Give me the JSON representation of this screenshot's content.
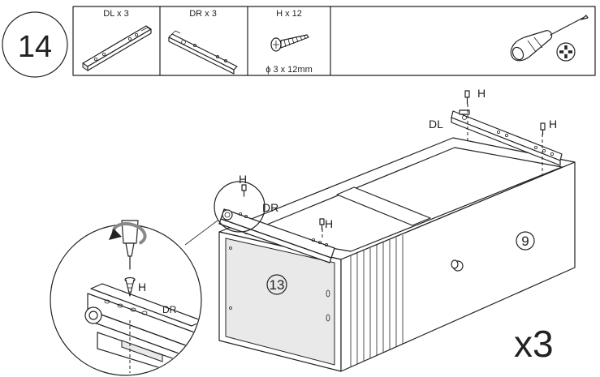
{
  "step": {
    "number": "14"
  },
  "parts_table": {
    "columns": [
      {
        "id": "dl",
        "label": "DL x 3"
      },
      {
        "id": "dr",
        "label": "DR x 3"
      },
      {
        "id": "h",
        "label": "H x 12",
        "spec": "ϕ 3 x 12mm"
      }
    ],
    "tool_icon": "phillips-screwdriver-icon",
    "tool_tip_icon": "phillips-head-icon"
  },
  "labels": {
    "h": "H",
    "dl": "DL",
    "dr": "DR",
    "panel_9": "9",
    "panel_13": "13",
    "quantity": "x3"
  },
  "icons": [
    "rotate-clockwise-icon",
    "screw-icon",
    "drawer-runner-icon",
    "knob-icon"
  ]
}
